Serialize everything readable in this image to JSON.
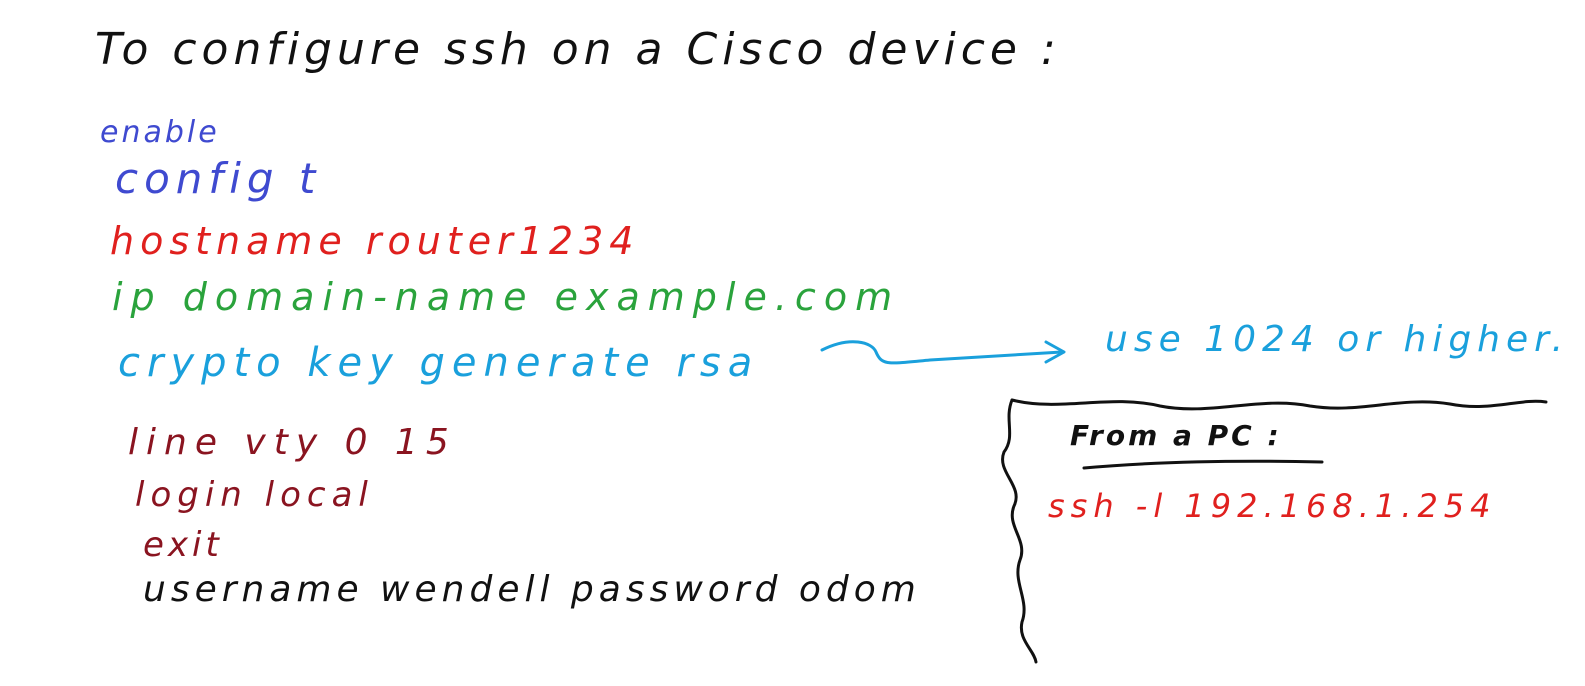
{
  "title": "To configure ssh on a Cisco device :",
  "colors": {
    "ink": "#111111",
    "blue": "#3f4ad0",
    "red": "#e0201e",
    "green": "#2aa33c",
    "cyan": "#1aa0dc",
    "maroon": "#8a1420"
  },
  "commands": {
    "enable": "enable",
    "config": "config t",
    "hostname": "hostname router1234",
    "domain": "ip domain-name example.com",
    "crypto": "crypto key generate rsa",
    "vty": "line vty 0 15",
    "login": "login local",
    "exit": "exit",
    "username": "username wendell password odom"
  },
  "note": "use 1024 or higher.",
  "pc_box": {
    "heading": "From a PC :",
    "command": "ssh -l 192.168.1.254"
  }
}
